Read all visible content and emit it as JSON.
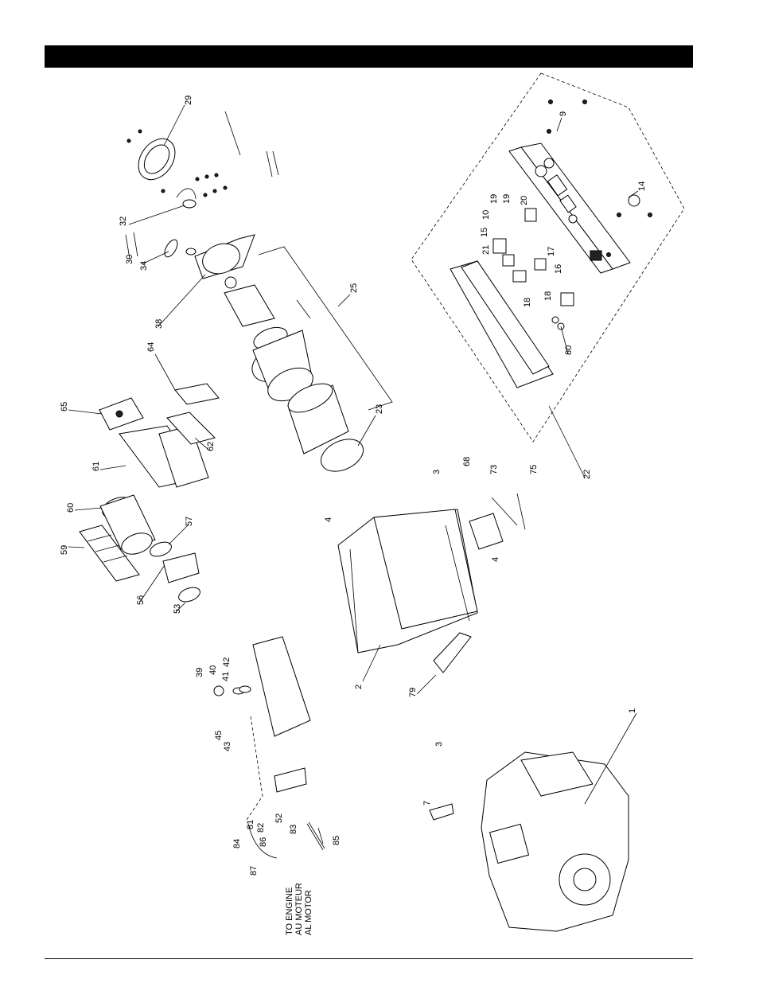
{
  "header": {
    "text": ""
  },
  "diagram": {
    "callouts": [
      "29",
      "9",
      "32",
      "30",
      "34",
      "38",
      "25",
      "64",
      "65",
      "62",
      "61",
      "60",
      "59",
      "57",
      "56",
      "53",
      "23",
      "14",
      "22",
      "10",
      "15",
      "19",
      "20",
      "21",
      "16",
      "17",
      "18",
      "80",
      "3",
      "68",
      "73",
      "75",
      "4",
      "2",
      "79",
      "39",
      "40",
      "41",
      "42",
      "45",
      "43",
      "52",
      "81",
      "82",
      "83",
      "84",
      "86",
      "87",
      "85",
      "7",
      "1"
    ],
    "engine_note": [
      "TO ENGINE",
      "AU MOTEUR",
      "AL MOTOR"
    ]
  }
}
